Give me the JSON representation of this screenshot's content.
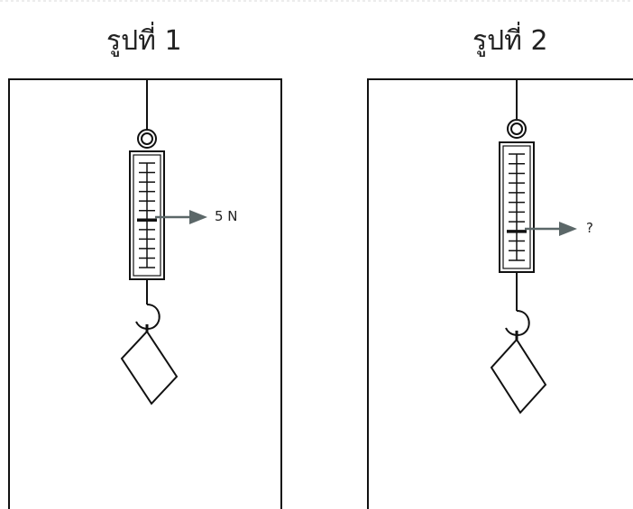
{
  "figures": [
    {
      "title": "รูปที่ 1",
      "reading": "5 N"
    },
    {
      "title": "รูปที่ 2",
      "reading": "?"
    }
  ],
  "colors": {
    "line": "#111111",
    "arrow": "#5b6768",
    "background": "#ffffff"
  }
}
